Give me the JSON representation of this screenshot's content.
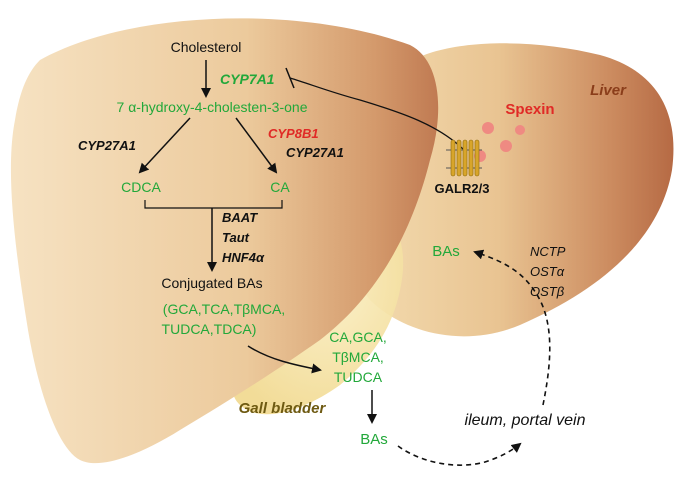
{
  "labels": {
    "liver": "Liver",
    "gall_bladder": "Gall bladder",
    "cholesterol": "Cholesterol",
    "cyp7a1": "CYP7A1",
    "hydroxy": "7 α-hydroxy-4-cholesten-3-one",
    "cyp27a1_left": "CYP27A1",
    "cyp8b1": "CYP8B1",
    "cyp27a1_right": "CYP27A1",
    "cdca": "CDCA",
    "ca": "CA",
    "baat": "BAAT",
    "taut": "Taut",
    "hnf4a": "HNF4α",
    "conjugated": "Conjugated BAs",
    "conj_line1": "(GCA,TCA,TβMCA,",
    "conj_line2": "TUDCA,TDCA)",
    "gb_line1": "CA,GCA,",
    "gb_line2": "TβMCA,",
    "gb_line3": "TUDCA",
    "bas_gb": "BAs",
    "spexin": "Spexin",
    "galr": "GALR2/3",
    "bas_liver": "BAs",
    "nctp": "NCTP",
    "osta": "OSTα",
    "ostb": "OSTβ",
    "ileum": "ileum, portal vein"
  },
  "colors": {
    "green": "#22a83a",
    "red": "#e02a26",
    "dark_green": "#1f9a3c",
    "liver_label": "#8a3d1a",
    "gb_label": "#6e5a12",
    "liver_fill_light": "#f2d9b4",
    "liver_fill_dark": "#c47a55",
    "gallbladder_fill": "#f7e6a8",
    "spexin_dot": "#ef8a82",
    "receptor": "#d8a52a"
  }
}
